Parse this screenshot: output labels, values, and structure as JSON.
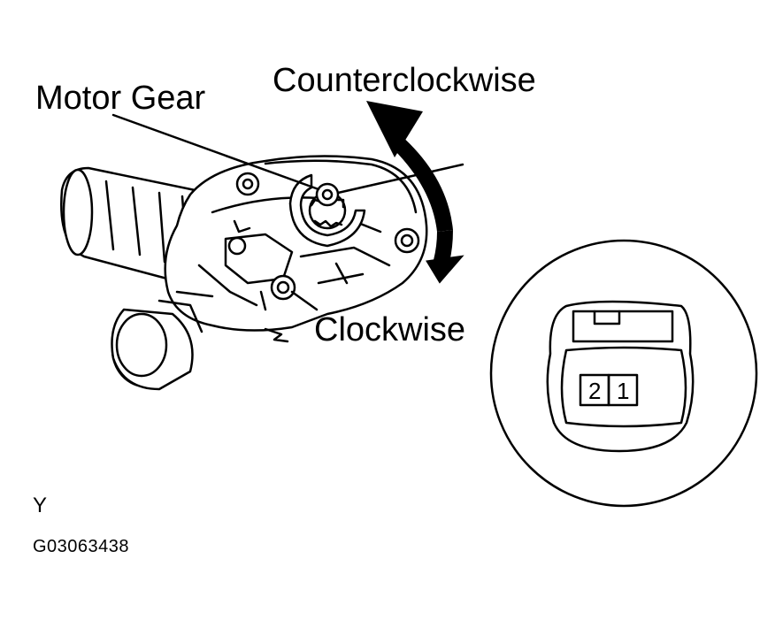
{
  "labels": {
    "motor_gear": "Motor Gear",
    "counterclockwise": "Counterclockwise",
    "clockwise": "Clockwise",
    "view_letter": "Y",
    "figure_code": "G03063438"
  },
  "connector": {
    "pins": [
      "2",
      "1"
    ]
  },
  "colors": {
    "ink": "#000000",
    "paper": "#ffffff"
  }
}
